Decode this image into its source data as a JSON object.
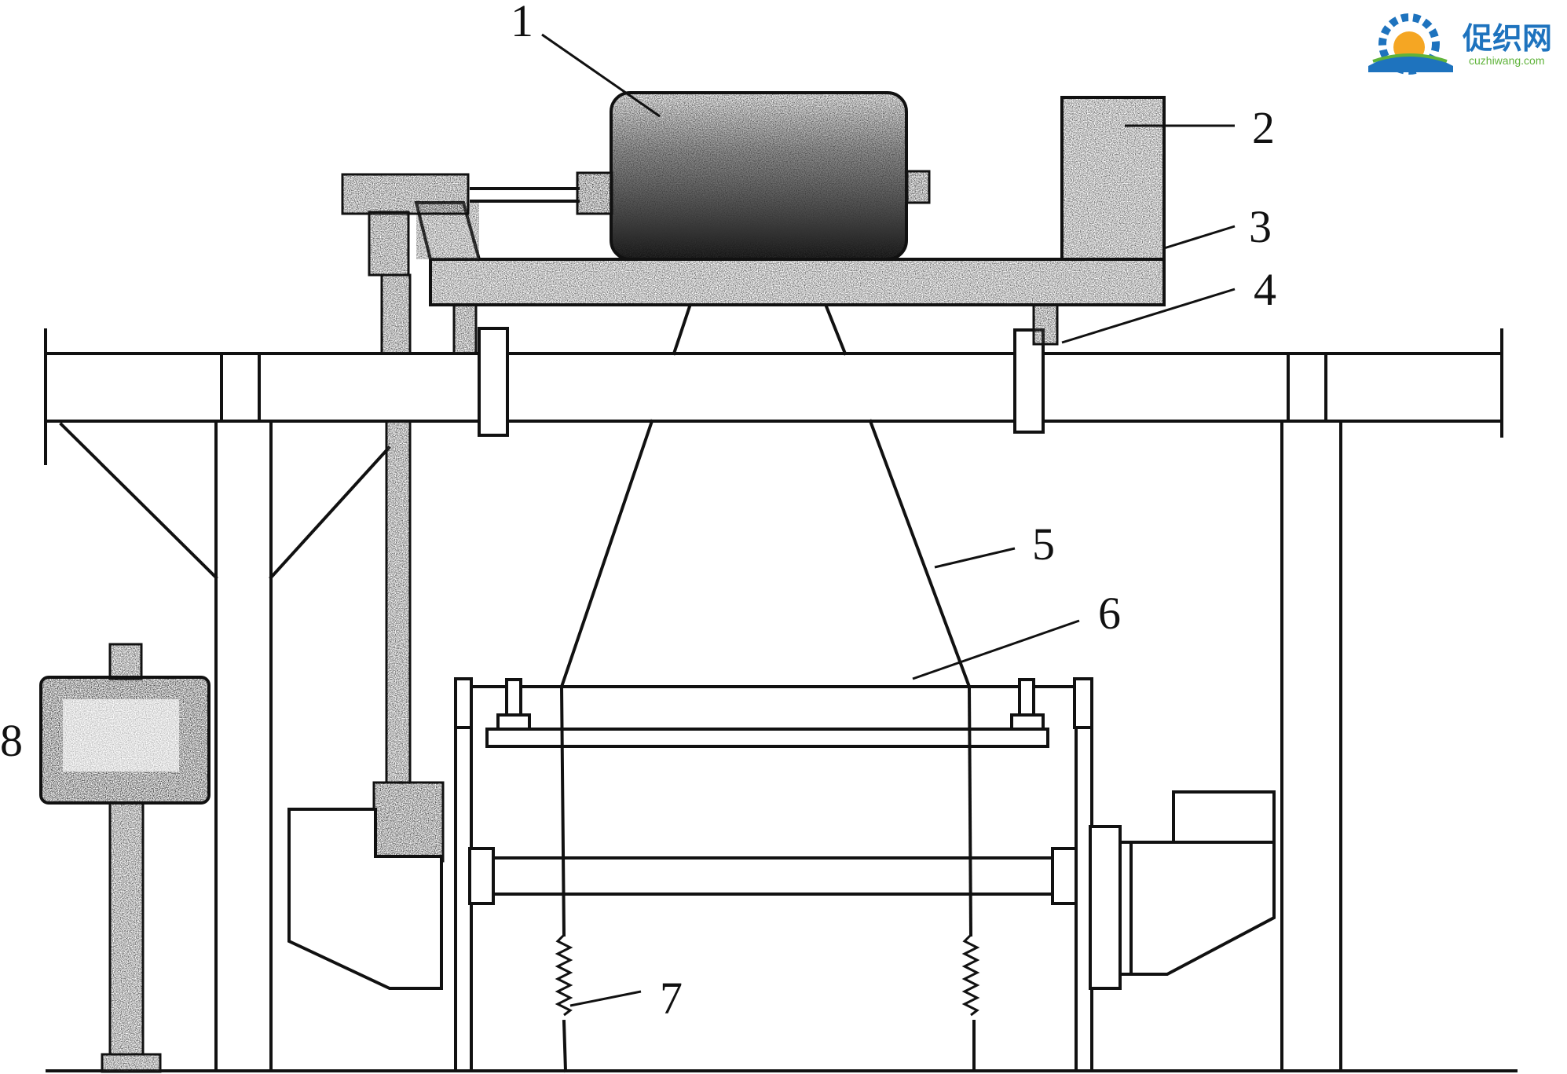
{
  "labels": {
    "l1": "1",
    "l2": "2",
    "l3": "3",
    "l4": "4",
    "l5": "5",
    "l6": "6",
    "l7": "7",
    "l8": "8"
  },
  "logo": {
    "name": "促织网",
    "domain": "cuzhiwang.com",
    "colors": {
      "gear": "#1e73be",
      "sun": "#f5a623",
      "text": "#1e73be",
      "green": "#5fb33a"
    }
  },
  "colors": {
    "ink": "#111111",
    "texture": "#222222",
    "paper": "#ffffff"
  }
}
